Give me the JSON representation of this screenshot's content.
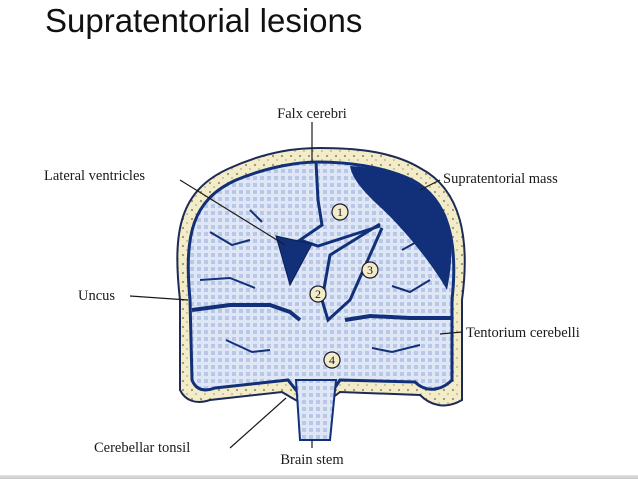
{
  "slide": {
    "title": "Supratentorial lesions"
  },
  "diagram": {
    "labels": {
      "falx_cerebri": "Falx cerebri",
      "lateral_ventricles": "Lateral ventricles",
      "supratentorial_mass": "Supratentorial mass",
      "uncus": "Uncus",
      "tentorium_cerebelli": "Tentorium cerebelli",
      "cerebellar_tonsil": "Cerebellar tonsil",
      "brain_stem": "Brain stem"
    },
    "markers": [
      "1",
      "2",
      "3",
      "4"
    ]
  },
  "colors": {
    "navy": "#12307a",
    "skull": "#f3ecc8",
    "brain": "#c7d4ee"
  }
}
